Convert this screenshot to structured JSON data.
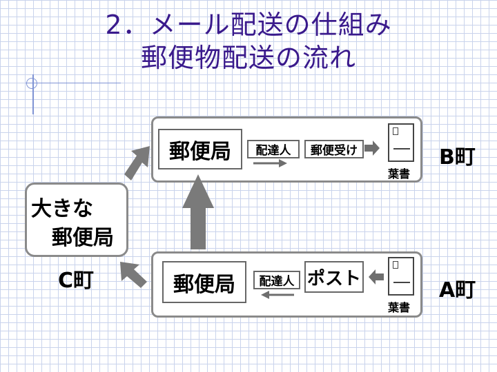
{
  "title_line1": "2．メール配送の仕組み",
  "title_line2": "郵便物配送の流れ",
  "top_row": {
    "post_office": "郵便局",
    "carrier": "配達人",
    "mailbox": "郵便受け",
    "card_label": "葉書",
    "town": "B町"
  },
  "bottom_row": {
    "post_office": "郵便局",
    "carrier": "配達人",
    "post": "ポスト",
    "card_label": "葉書",
    "town": "A町"
  },
  "big_post_office": {
    "line1": "大きな",
    "line2": "郵便局",
    "town": "C町"
  },
  "colors": {
    "title": "#3a1a8c",
    "arrow": "#6e6e6e",
    "panel_border": "#8a8a8a",
    "grid": "#c9d3ec"
  },
  "icons": [
    "postcard-icon",
    "arrow-icon"
  ]
}
